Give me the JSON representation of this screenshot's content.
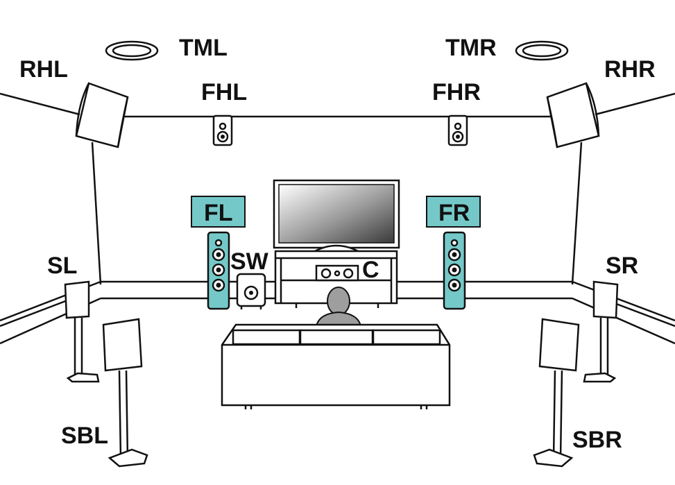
{
  "speakers": {
    "rhl": "RHL",
    "tml": "TML",
    "fhl": "FHL",
    "tmr": "TMR",
    "fhr": "FHR",
    "rhr": "RHR",
    "fl": "FL",
    "fr": "FR",
    "sw": "SW",
    "c": "C",
    "sl": "SL",
    "sr": "SR",
    "sbl": "SBL",
    "sbr": "SBR"
  },
  "colors": {
    "highlight": "#74c9c8",
    "line": "#111111",
    "background": "#ffffff"
  }
}
